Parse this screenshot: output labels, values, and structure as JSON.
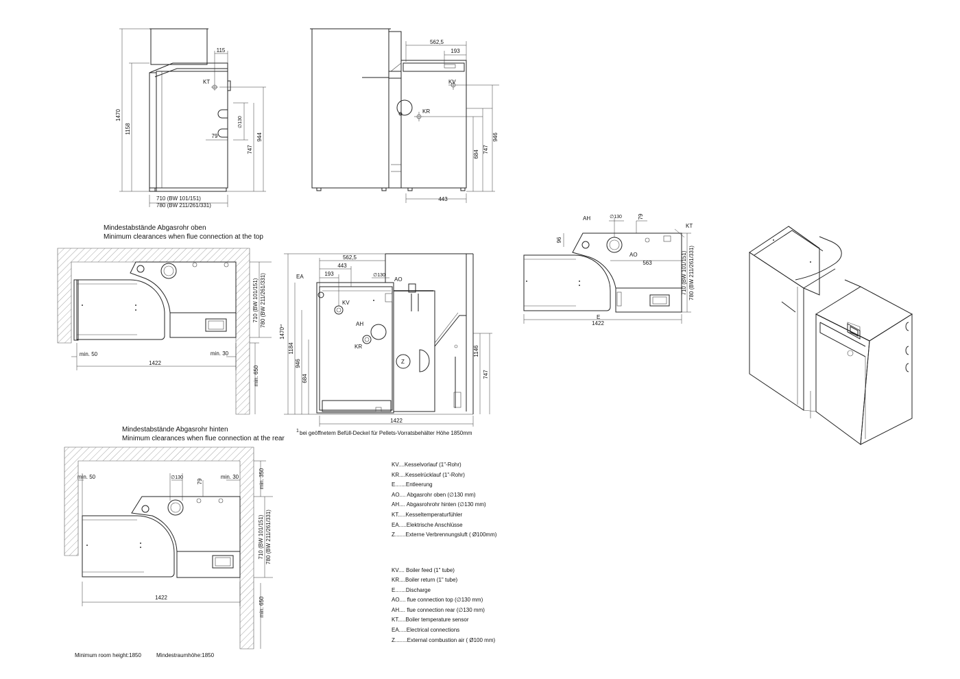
{
  "headings": {
    "top_de": "Mindestabstände Abgasrohr oben",
    "top_en": "Minimum clearances when flue connection at the top",
    "rear_de": "Mindestabstände Abgasrohr hinten",
    "rear_en": "Minimum clearances when flue connection at the rear"
  },
  "side_view": {
    "d1470": "1470",
    "d1158": "1158",
    "d115": "115",
    "kt": "KT",
    "d130": "∅130",
    "d79": "79",
    "d747": "747",
    "d944": "944",
    "w710": "710   (BW 101/151)",
    "w780": "780   (BW 211/261/331)"
  },
  "front_view": {
    "d5625": "562,5",
    "d193": "193",
    "kv": "KV",
    "kr": "KR",
    "d684": "684",
    "d747": "747",
    "d946": "946",
    "d443": "443"
  },
  "plan_top": {
    "d710": "710  (BW 101/151)",
    "d780": "780  (BW 211/261/331)",
    "min50": "min. 50",
    "min30": "min. 30",
    "d1422": "1422",
    "min650": "min. 650"
  },
  "section_view": {
    "d5625": "562,5",
    "d443": "443",
    "d193": "193",
    "d130": "∅130",
    "ea": "EA",
    "ao": "AO",
    "kv": "KV",
    "ah": "AH",
    "kr": "KR",
    "z": "Z",
    "d1470": "1470",
    "sup1": "1",
    "d1184": "1184",
    "d946": "946",
    "d684": "684",
    "d1146": "1146",
    "d747": "747",
    "d1422": "1422",
    "footnote_mark": "1",
    "footnote": "bei geöffnetem Befüll-Deckel für Pellets-Vorratsbehälter Höhe 1850mm"
  },
  "plan_small": {
    "ah": "AH",
    "d130": "∅130",
    "d79": "79",
    "kt": "KT",
    "d96": "96",
    "ao": "AO",
    "d563": "563",
    "d710": "710  (BW 101/151)",
    "d780": "780  (BW 211/261/331)",
    "e": "E",
    "d1422": "1422"
  },
  "plan_rear": {
    "min50": "min. 50",
    "d130": "∅130",
    "d79": "79",
    "min30": "min. 30",
    "min350": "min. 350",
    "d710": "710  (BW 101/151)",
    "d780": "780  (BW 211/261/331)",
    "d1422": "1422",
    "min650": "min. 650"
  },
  "legend_de": [
    "KV....Kesselvorlauf   (1\"-Rohr)",
    "KR....Kesselrücklauf (1\"-Rohr)",
    "E.......Entleerung",
    "AO.... Abgasrohr oben (∅130 mm)",
    "AH.... Abgasrohrohr hinten  (∅130 mm)",
    "KT.....Kesseltemperaturfühler",
    "EA.....Elektrische Anschlüsse",
    "Z.......Externe Verbrennungsluft ( Ø100mm)"
  ],
  "legend_en": [
    "KV.... Boiler feed (1\" tube)",
    "KR....Boiler return (1\" tube)",
    "E.......Discharge",
    "AO.... flue connection top (∅130 mm)",
    "AH.... flue connection rear (∅130 mm)",
    "KT.....Boiler temperature sensor",
    "EA.....Electrical connections",
    "Z........External combustion air ( Ø100 mm)"
  ],
  "footer": {
    "room_en": "Minimum room height:1850",
    "room_de": "Mindestraumhöhe:1850"
  }
}
